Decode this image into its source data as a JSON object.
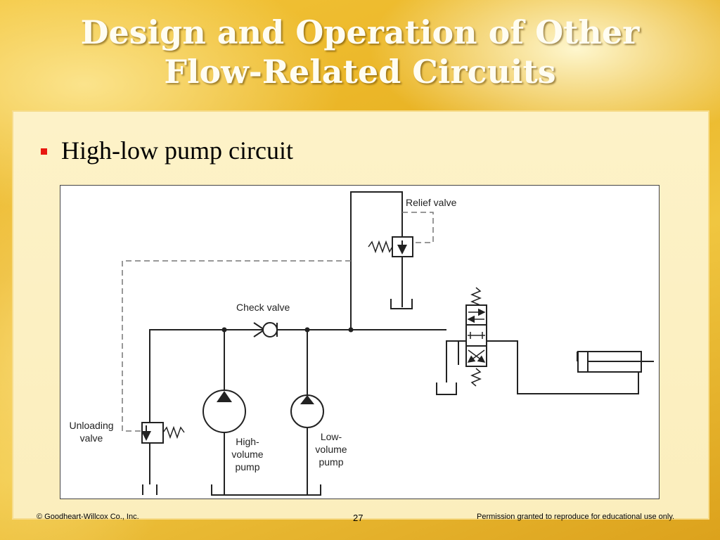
{
  "slide": {
    "title_line1": "Design and Operation of Other",
    "title_line2": "Flow-Related Circuits",
    "bullet": "High-low pump circuit"
  },
  "diagram": {
    "labels": {
      "relief_valve": "Relief valve",
      "check_valve": "Check valve",
      "unloading_line1": "Unloading",
      "unloading_line2": "valve",
      "high_line1": "High-",
      "high_line2": "volume",
      "high_line3": "pump",
      "low_line1": "Low-",
      "low_line2": "volume",
      "low_line3": "pump"
    }
  },
  "footer": {
    "copyright": "© Goodheart-Willcox Co., Inc.",
    "page_number": "27",
    "permission": "Permission granted to reproduce for educational use only."
  },
  "colors": {
    "background": "#f0c640",
    "title_text": "#fffdf2",
    "bullet_marker": "#e8180f",
    "panel": "#fdf2c8"
  }
}
